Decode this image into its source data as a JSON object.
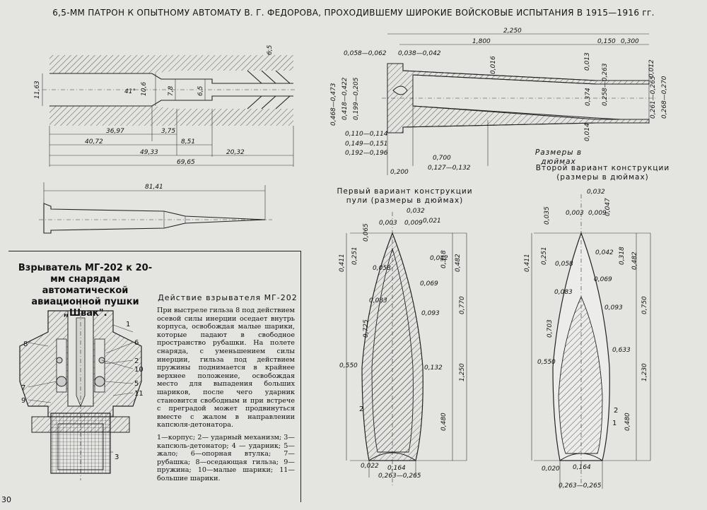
{
  "title": "6,5-ММ ПАТРОН К ОПЫТНОМУ АВТОМАТУ В. Г. ФЕДОРОВА, ПРОХОДИВШЕМУ ШИРОКИЕ ВОЙСКОВЫЕ ИСПЫТАНИЯ В 1915—1916 гг.",
  "page_number": "30",
  "fuse": {
    "title": "Взрыватель МГ-202 к 20-мм снарядам автоматической авиационной пушки „Швак\".",
    "action_title": "Действие взрывателя МГ-202",
    "action_text": "При выстреле гильза 8 под действием осевой силы инерции оседает внутрь корпуса, освобождая малые шарики, которые падают в свободное пространство рубашки. На полете снаряда, с уменьшением силы инерции, гильза под действием пружины поднимается в крайнее верхнее положение, освобождая место для выпадения больших шариков, после чего ударник становится свободным и при встрече с преградой может продвинуться вместе с жалом в направлении капсюля-детонатора.",
    "legend": "1—корпус; 2— ударный механизм; 3—капсюль-детонатор; 4 — ударник; 5—жало; 6—опорная втулка; 7—рубашка; 8—оседающая гильза; 9—пружина; 10—малые шарики; 11—большие шарики.",
    "part_numbers": [
      "8",
      "1",
      "6",
      "2",
      "10",
      "5",
      "11",
      "7",
      "9",
      "3"
    ]
  },
  "captions": {
    "dims_inches": "Размеры в дюймах",
    "variant1_line1": "Первый вариант конструкции",
    "variant1_line2": "пули (размеры в дюймах)",
    "variant2_line1": "Второй вариант конструкции",
    "variant2_line2": "(размеры в дюймах)"
  },
  "chamber_dims": {
    "d1": "11,63",
    "angle": "41°",
    "d2": "10,6",
    "d3": "7,8",
    "d4": "6,5",
    "groove": "6,5",
    "l1": "36,97",
    "l2": "3,75",
    "l3": "40,72",
    "l4": "8,51",
    "l5": "49,33",
    "l6": "20,32",
    "l7": "69,65",
    "total": "81,41"
  },
  "case_dims": {
    "total": "2,250",
    "body": "1,800",
    "neck1": "0,150",
    "neck2": "0,300",
    "rim1": "0,058—0,062",
    "rim2": "0,038—0,042",
    "v1": "0,468—0,473",
    "v2": "0,418—0,422",
    "v3": "0,199—0,205",
    "v4": "0,110—0,114",
    "v5": "0,149—0,151",
    "v6": "0,192—0,196",
    "w1": "0,016",
    "w2": "0,374",
    "w3": "0,258—0,263",
    "w4": "0,261—0,265",
    "w5": "0,268—0,270",
    "l1": "0,700",
    "l2": "0,127—0,132",
    "l3": "0,200",
    "t1": "0,013",
    "t2": "0,014",
    "t3": "0,012"
  },
  "bullet1_dims": {
    "a": "0,032",
    "b": "0,065",
    "c": "0,003",
    "d": "0,009",
    "e": "0,021",
    "f": "0,411",
    "g": "0,251",
    "h": "0,058",
    "i": "0,042",
    "j": "0,318",
    "k": "0,482",
    "l": "0,069",
    "m": "0,083",
    "n": "0,093",
    "o": "0,770",
    "p": "0,725",
    "r": "0,550",
    "s": "0,132",
    "t": "1,250",
    "u": "0,480",
    "v": "0,022",
    "w": "0,164",
    "x": "0,263—0,265",
    "part": "2"
  },
  "bullet2_dims": {
    "a": "0,032",
    "b": "0,047",
    "c": "0,035",
    "d": "0,003",
    "e": "0,009",
    "f": "0,411",
    "g": "0,251",
    "h": "0,058",
    "i": "0,042",
    "j": "0,318",
    "k": "0,482",
    "l": "0,069",
    "m": "0,083",
    "n": "0,093",
    "o": "0,750",
    "p": "0,703",
    "r": "0,550",
    "rr": "0,633",
    "t": "1,230",
    "u": "0,480",
    "v": "0,020",
    "w": "0,164",
    "x": "0,263—0,265",
    "part1": "1",
    "part2": "2"
  }
}
